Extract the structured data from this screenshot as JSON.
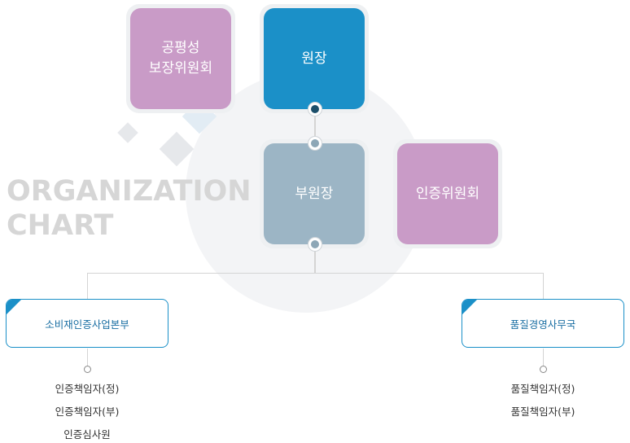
{
  "watermark": {
    "line1": "ORGANIZATION",
    "line2": "CHART"
  },
  "nodes": {
    "fairness": "공평성\n보장위원회",
    "director": "원장",
    "vice_director": "부원장",
    "cert_committee": "인증위원회"
  },
  "departments": {
    "left": {
      "name": "소비재인증사업본부",
      "staff": [
        "인증책임자(정)",
        "인증책임자(부)",
        "인증심사원"
      ]
    },
    "right": {
      "name": "품질경영사무국",
      "staff": [
        "품질책임자(정)",
        "품질책임자(부)"
      ]
    }
  },
  "colors": {
    "pink": "#c99bc7",
    "blue": "#1b90c8",
    "gray_blue": "#9cb5c5",
    "dept_border": "#1b90c8"
  }
}
